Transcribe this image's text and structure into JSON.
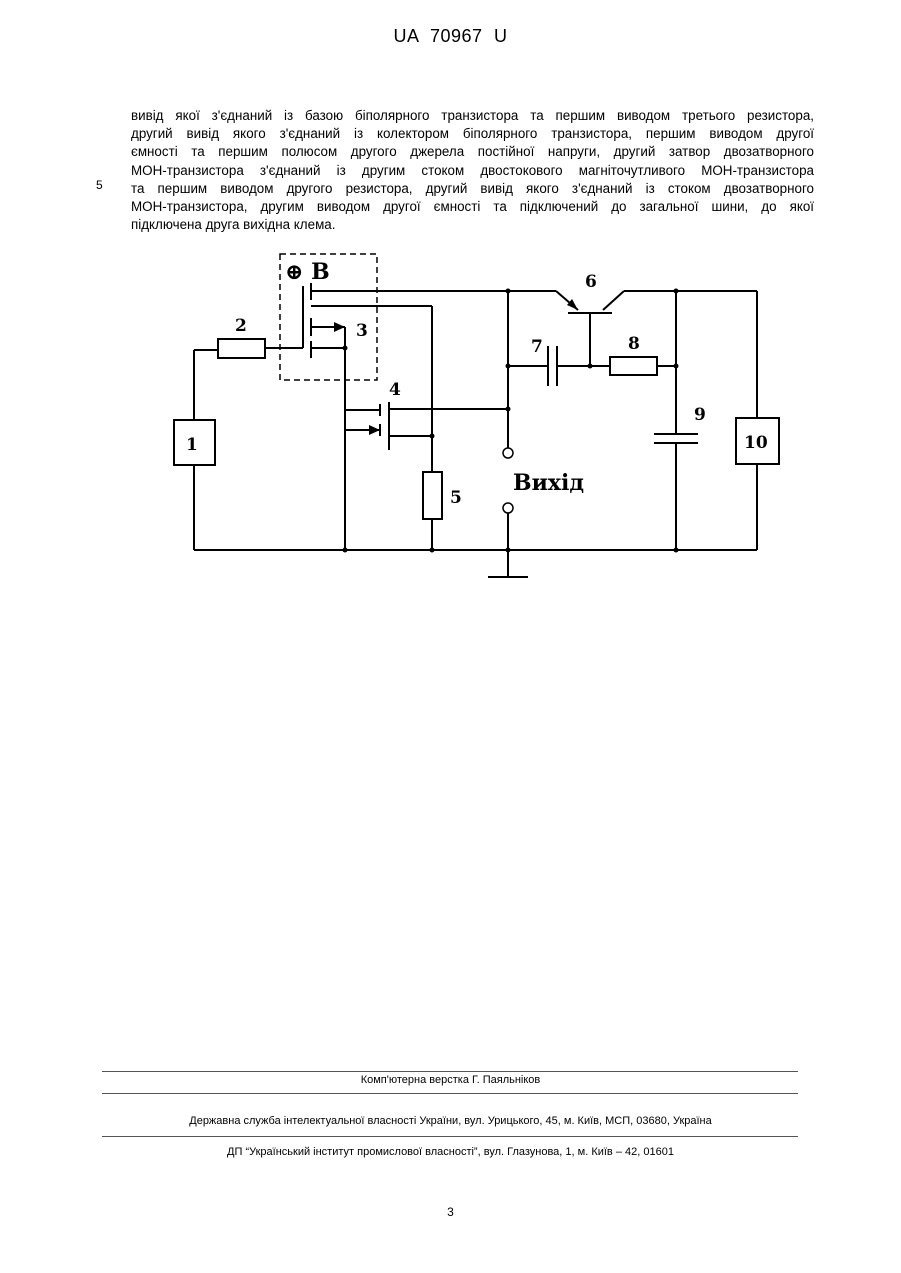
{
  "header": {
    "doc_id": "UA   70967   U"
  },
  "margin_line_number": "5",
  "paragraph_lines": [
    "вивід якої з'єднаний із базою біполярного транзистора та першим виводом третього резистора,",
    "другий вивід якого з'єднаний із колектором біполярного транзистора, першим виводом другої",
    "ємності та першим полюсом другого джерела постійної напруги, другий затвор двозатворного",
    "МОН-транзистора з'єднаний із другим стоком двостокового магніточутливого МОН-транзистора",
    "та першим виводом другого резистора, другий вивід якого з'єднаний із стоком двозатворного",
    "МОН-транзистора, другим виводом другої ємності та підключений до загальної шини, до якої",
    "підключена друга вихідна клема."
  ],
  "figure": {
    "magnetic_field_label": "⊕ B",
    "output_label": "Вихід",
    "component_labels": {
      "source1": "1",
      "resistor2": "2",
      "transistor3": "3",
      "transistor4": "4",
      "resistor5": "5",
      "transistor6": "6",
      "capacitor7": "7",
      "resistor8": "8",
      "capacitor9": "9",
      "source10": "10"
    }
  },
  "footer": {
    "layout_credit": "Комп'ютерна верстка Г. Паяльніков",
    "agency": "Державна служба інтелектуальної власності України, вул. Урицького, 45, м. Київ, МСП, 03680, Україна",
    "institute": "ДП “Український інститут промислової власності”, вул. Глазунова, 1, м. Київ – 42, 01601"
  },
  "page_number": "3"
}
